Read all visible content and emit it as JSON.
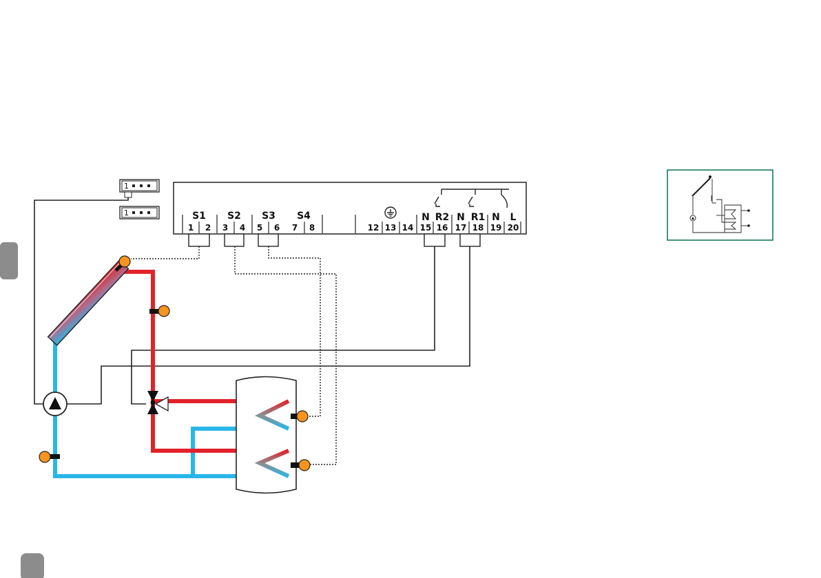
{
  "controller": {
    "sensor_groups": [
      "S1",
      "S2",
      "S3",
      "S4"
    ],
    "output_groups": [
      "N",
      "R2",
      "N",
      "R1",
      "N",
      "L"
    ],
    "terminal_numbers": [
      "1",
      "2",
      "3",
      "4",
      "5",
      "6",
      "7",
      "8",
      "12",
      "13",
      "14",
      "15",
      "16",
      "17",
      "18",
      "19",
      "20"
    ]
  },
  "connectors": [
    {
      "label": "1"
    },
    {
      "label": "1"
    }
  ],
  "colors": {
    "hot_pipe": "#e2222a",
    "cold_pipe": "#29b6e8",
    "sensor": "#f7941d",
    "wire": "#222222",
    "thumbnail_frame": "#1a7a5a",
    "side_tab": "#8c8c8c"
  },
  "icons": {
    "pump": "circulation-pump-icon",
    "valve": "three-way-valve-icon",
    "ground": "ground-symbol-icon",
    "collector": "solar-collector-icon",
    "storage": "storage-tank-icon"
  }
}
